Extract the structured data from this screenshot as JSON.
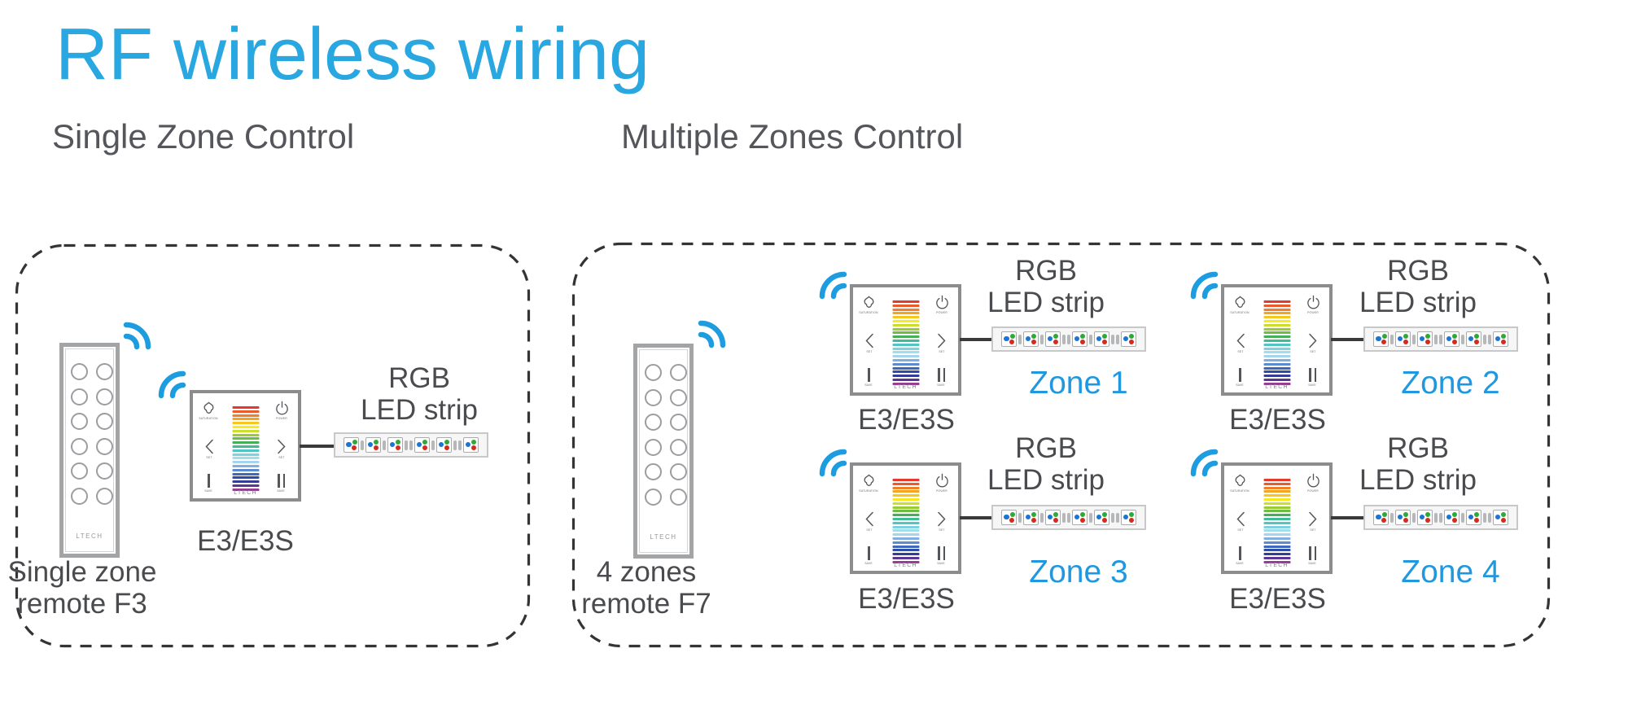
{
  "title": "RF wireless wiring",
  "sections": {
    "single": {
      "heading": "Single Zone Control"
    },
    "multiple": {
      "heading": "Multiple Zones Control"
    }
  },
  "single_zone": {
    "remote_label_line1": "Single zone",
    "remote_label_line2": "remote F3",
    "panel_label": "E3/E3S",
    "strip_label_line1": "RGB",
    "strip_label_line2": "LED strip"
  },
  "multiple_zone": {
    "remote_label_line1": "4 zones",
    "remote_label_line2": "remote F7",
    "zones": [
      {
        "zone_label": "Zone 1",
        "panel_label": "E3/E3S",
        "strip_label_line1": "RGB",
        "strip_label_line2": "LED strip"
      },
      {
        "zone_label": "Zone 2",
        "panel_label": "E3/E3S",
        "strip_label_line1": "RGB",
        "strip_label_line2": "LED strip"
      },
      {
        "zone_label": "Zone 3",
        "panel_label": "E3/E3S",
        "strip_label_line1": "RGB",
        "strip_label_line2": "LED strip"
      },
      {
        "zone_label": "Zone 4",
        "panel_label": "E3/E3S",
        "strip_label_line1": "RGB",
        "strip_label_line2": "LED strip"
      }
    ]
  },
  "remote_component": {
    "brand": "LTECH",
    "button_count": 12
  },
  "panel_component": {
    "brand": "LTECH",
    "saturation_label": "SATURATION",
    "power_label": "POWER",
    "left_key_label": "SET",
    "right_key_label": "SET",
    "scene_key_1_label": "SAVE",
    "scene_key_2_label": "SAVE",
    "color_bar_colors": [
      "#E43A2E",
      "#EC5A29",
      "#F07F25",
      "#F4A41F",
      "#F7C81B",
      "#F9EA1C",
      "#CBDF2A",
      "#9BCB33",
      "#6CBD44",
      "#47AE58",
      "#3FBC94",
      "#4FC6C1",
      "#7DD2DE",
      "#9FDEED",
      "#A5D4EF",
      "#7FAFE0",
      "#5B8BD0",
      "#3E68BC",
      "#2F4BA8",
      "#333C99",
      "#5D3597",
      "#993A98"
    ]
  },
  "led_strip_component": {
    "pattern": [
      "led",
      "res",
      "led",
      "res",
      "led",
      "res",
      "res",
      "led",
      "res",
      "led",
      "res",
      "res",
      "led"
    ]
  },
  "colors": {
    "title_blue": "#29A7E0",
    "zone_blue": "#1F98E0",
    "heading_gray": "#55565B",
    "label_gray": "#4A4B4E",
    "signal_blue": "#1E9CE0"
  }
}
